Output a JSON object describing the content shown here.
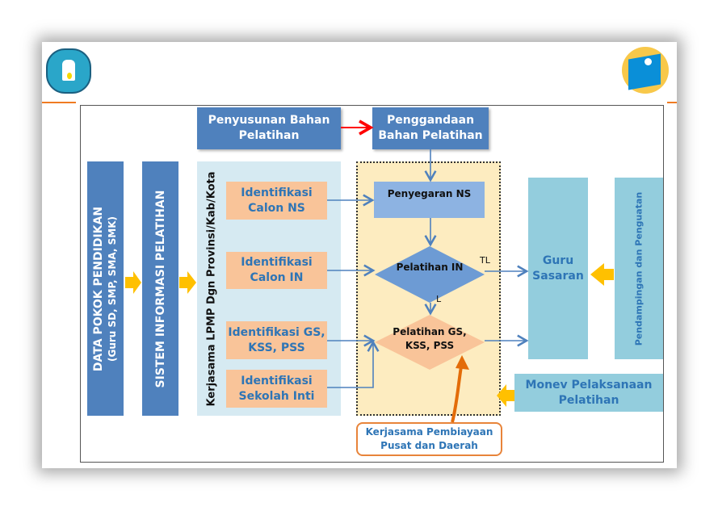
{
  "logos": {
    "left": "Kementerian Pendidikan dan Kebudayaan - Tut Wuri Handayani",
    "right": "Kurikulum 2013"
  },
  "boxes": {
    "penyusunan": "Penyusunan Bahan Pelatihan",
    "penggandaan": "Penggandaan Bahan Pelatihan",
    "data_pokok_line1": "DATA POKOK PENDIDIKAN",
    "data_pokok_line2": "(Guru SD, SMP, SMA, SMK)",
    "sistem_informasi": "SISTEM INFORMASI PELATIHAN",
    "kerjasama_lpmp": "Kerjasama LPMP Dgn Provinsi/Kab/Kota",
    "id_calon_ns": "Identifikasi Calon NS",
    "id_calon_in": "Identifikasi Calon IN",
    "id_gs": "Identifikasi GS, KSS, PSS",
    "id_sekolah": "Identifikasi Sekolah Inti",
    "penyegaran": "Penyegaran NS",
    "pelatihan_in": "Pelatihan IN",
    "pelatihan_gs": "Pelatihan GS, KSS, PSS",
    "guru_sasaran": "Guru Sasaran",
    "pendampingan": "Pendampingan dan Penguatan",
    "monev": "Monev Pelaksanaan Pelatihan",
    "kerjasama_pembiayaan": "Kerjasama Pembiayaan Pusat dan Daerah"
  },
  "edge_labels": {
    "tl": "TL",
    "l": "L"
  },
  "colors": {
    "blue": "#4f81bd",
    "orange_box": "#f9c499",
    "panel": "#d6eaf2",
    "yellow_zone": "#fdecc0",
    "cyan": "#93cddd",
    "arrow_yellow": "#ffc000",
    "arrow_red": "#ff0000",
    "accent_orange": "#e36c09"
  }
}
